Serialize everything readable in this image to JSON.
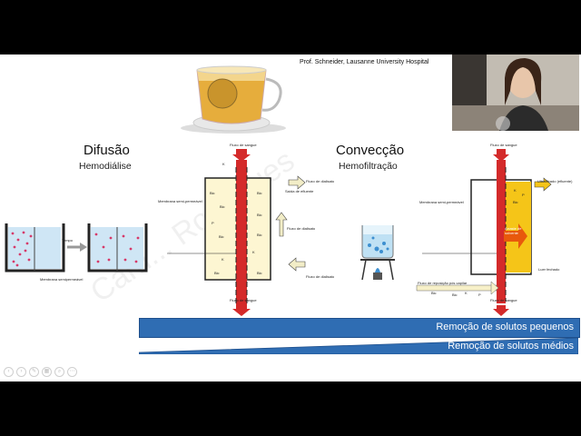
{
  "slide": {
    "credit": "Prof. Schneider, Lausanne University Hospital",
    "watermark": "Cam... Rodrigues",
    "left": {
      "title": "Difusão",
      "subtitle": "Hemodiálise",
      "beaker_time_label": "Tempo",
      "membrane_label": "Membrana semipermeável",
      "diagram": {
        "blood_in": "Fluxo de sangue",
        "blood_out": "Fluxo de sangue",
        "membrane": "Membrana semi-permeável",
        "dialysate_out": "Fluxo de dialisato",
        "effluent_out": "Saída de efluente",
        "dialysate_flow": "Fluxo de dialisato",
        "dialysate_in": "Fluxo de dialisato",
        "solutes": [
          "K",
          "Bic",
          "Bic",
          "P",
          "Bic",
          "K",
          "Bic",
          "Bic",
          "Bic",
          "Bic",
          "K",
          "Bic"
        ]
      }
    },
    "right": {
      "title": "Convecção",
      "subtitle": "Hemofiltração",
      "diagram": {
        "blood_in": "Fluxo de sangue",
        "blood_out": "Fluxo de sangue",
        "membrane": "Membrana semi-permeável",
        "ultrafiltrate": "Ultrafiltrado (efluente)",
        "drag": "Arraste de solvente",
        "closed": "Luer fechado",
        "replacement": "Fluxo de reposição pós capilar",
        "solutes": [
          "K",
          "P",
          "Bic",
          "Bic",
          "Bic",
          "K",
          "P"
        ]
      }
    },
    "bars": [
      {
        "label": "Remoção de solutos pequenos"
      },
      {
        "label": "Remoção de solutos médios"
      }
    ],
    "colors": {
      "blood": "#d42a2a",
      "dialysate": "#fdf6d2",
      "filtrate": "#f5c518",
      "bar": "#2f6db3"
    }
  },
  "nav": {
    "icons": [
      "prev-icon",
      "next-icon",
      "pen-icon",
      "grid-icon",
      "zoom-icon",
      "more-icon"
    ],
    "glyphs": [
      "‹",
      "›",
      "✎",
      "▦",
      "⌕",
      "⋯"
    ]
  }
}
